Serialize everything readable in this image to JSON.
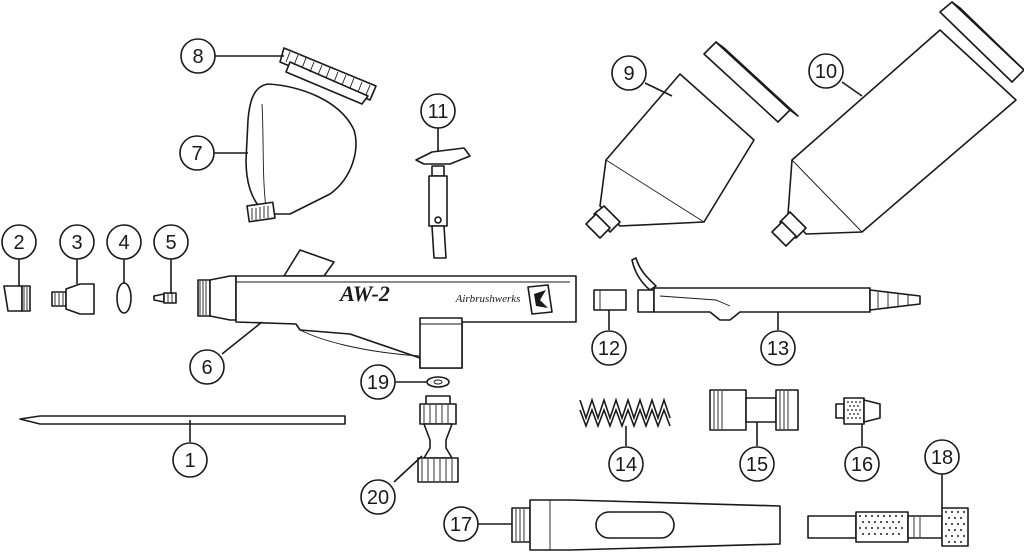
{
  "diagram": {
    "model_label": "AW-2",
    "brand_logo_text": "Airbrushwerks",
    "callouts": [
      {
        "id": "c1",
        "label": "1"
      },
      {
        "id": "c2",
        "label": "2"
      },
      {
        "id": "c3",
        "label": "3"
      },
      {
        "id": "c4",
        "label": "4"
      },
      {
        "id": "c5",
        "label": "5"
      },
      {
        "id": "c6",
        "label": "6"
      },
      {
        "id": "c7",
        "label": "7"
      },
      {
        "id": "c8",
        "label": "8"
      },
      {
        "id": "c9",
        "label": "9"
      },
      {
        "id": "c10",
        "label": "10"
      },
      {
        "id": "c11",
        "label": "11"
      },
      {
        "id": "c12",
        "label": "12"
      },
      {
        "id": "c13",
        "label": "13"
      },
      {
        "id": "c14",
        "label": "14"
      },
      {
        "id": "c15",
        "label": "15"
      },
      {
        "id": "c16",
        "label": "16"
      },
      {
        "id": "c17",
        "label": "17"
      },
      {
        "id": "c18",
        "label": "18"
      },
      {
        "id": "c19",
        "label": "19"
      },
      {
        "id": "c20",
        "label": "20"
      }
    ]
  },
  "colors": {
    "ink": "#1a1a1a",
    "background": "#ffffff"
  }
}
